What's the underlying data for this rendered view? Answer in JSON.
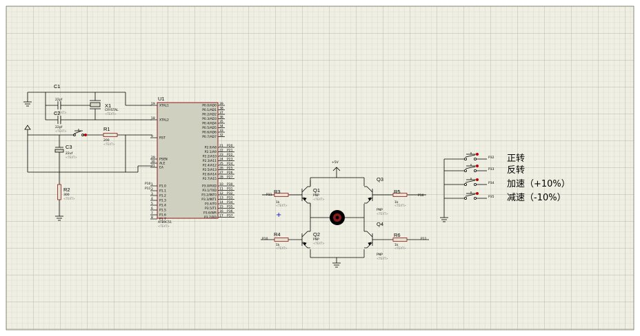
{
  "colors": {
    "sheet": "#efefe3",
    "grid_minor": "#cfcfbe",
    "grid_major": "#a8a896",
    "wire": "#000000",
    "part_body": "#d0d0c0",
    "part_outline": "#8b1a1a",
    "pin_dot": "#c00000",
    "resistor": "#000000"
  },
  "mcu": {
    "ref": "U1",
    "part": "AT89C51",
    "text": "<TEXT>",
    "left_pins": [
      {
        "num": "19",
        "name": "XTAL1"
      },
      {
        "num": "18",
        "name": "XTAL2"
      },
      {
        "num": "9",
        "name": "RST"
      },
      {
        "num": "29",
        "name": "PSEN"
      },
      {
        "num": "30",
        "name": "ALE"
      },
      {
        "num": "31",
        "name": "EA"
      },
      {
        "num": "1",
        "name": "P1.0"
      },
      {
        "num": "2",
        "name": "P1.1"
      },
      {
        "num": "3",
        "name": "P1.2"
      },
      {
        "num": "4",
        "name": "P1.3"
      },
      {
        "num": "5",
        "name": "P1.4"
      },
      {
        "num": "6",
        "name": "P1.5"
      },
      {
        "num": "7",
        "name": "P1.6"
      },
      {
        "num": "8",
        "name": "P1.7"
      }
    ],
    "right_pins": [
      {
        "num": "39",
        "name": "P0.0/AD0"
      },
      {
        "num": "38",
        "name": "P0.1/AD1"
      },
      {
        "num": "37",
        "name": "P0.2/AD2"
      },
      {
        "num": "36",
        "name": "P0.3/AD3"
      },
      {
        "num": "35",
        "name": "P0.4/AD4"
      },
      {
        "num": "34",
        "name": "P0.5/AD5"
      },
      {
        "num": "33",
        "name": "P0.6/AD6"
      },
      {
        "num": "32",
        "name": "P0.7/AD7"
      },
      {
        "num": "21",
        "name": "P2.0/A8",
        "net": "P20"
      },
      {
        "num": "22",
        "name": "P2.1/A9",
        "net": "P21"
      },
      {
        "num": "23",
        "name": "P2.2/A10",
        "net": "P22"
      },
      {
        "num": "24",
        "name": "P2.3/A11",
        "net": "P23"
      },
      {
        "num": "25",
        "name": "P2.4/A12",
        "net": "P24"
      },
      {
        "num": "26",
        "name": "P2.5/A13",
        "net": "P25"
      },
      {
        "num": "27",
        "name": "P2.6/A14",
        "net": "P26"
      },
      {
        "num": "28",
        "name": "P2.7/A15",
        "net": "P27"
      },
      {
        "num": "10",
        "name": "P3.0/RXD",
        "net": "P30"
      },
      {
        "num": "11",
        "name": "P3.1/TXD",
        "net": "P31"
      },
      {
        "num": "12",
        "name": "P3.2/INT0",
        "net": "P32"
      },
      {
        "num": "13",
        "name": "P3.3/INT1",
        "net": "P33"
      },
      {
        "num": "14",
        "name": "P3.4/T0",
        "net": "P34"
      },
      {
        "num": "15",
        "name": "P3.5/T1",
        "net": "P35"
      },
      {
        "num": "16",
        "name": "P3.6/WR",
        "net": "P36"
      },
      {
        "num": "17",
        "name": "P3.7/RD",
        "net": "P37"
      }
    ],
    "p1_nets": [
      "P10",
      "P11"
    ]
  },
  "components": {
    "c1": {
      "ref": "C1",
      "value": "22pf",
      "text": "<TEXT>"
    },
    "c2": {
      "ref": "C2",
      "value": "22pf",
      "text": "<TEXT>"
    },
    "c3": {
      "ref": "C3",
      "value": "22uf",
      "text": "<TEXT>"
    },
    "x1": {
      "ref": "X1",
      "value": "CRYSTAL",
      "text": "<TEXT>"
    },
    "r1": {
      "ref": "R1",
      "value": "200",
      "text": "<TEXT>"
    },
    "r2": {
      "ref": "R2",
      "value": "300",
      "text": "<TEXT>"
    },
    "r3": {
      "ref": "R3",
      "value": "1k",
      "text": "<TEXT>",
      "net": "P11"
    },
    "r4": {
      "ref": "R4",
      "value": "1k",
      "text": "<TEXT>",
      "net": "P10"
    },
    "r5": {
      "ref": "R5",
      "value": "1k",
      "text": "<TEXT>",
      "net": "P10"
    },
    "r6": {
      "ref": "R6",
      "value": "1k",
      "text": "<TEXT>",
      "net": "P11"
    },
    "q1": {
      "ref": "Q1",
      "type": "PNP",
      "text": "<TEXT>"
    },
    "q2": {
      "ref": "Q2",
      "type": "PNP",
      "text": "<TEXT>"
    },
    "q3": {
      "ref": "Q3",
      "type": "PNP",
      "text": "<TEXT>"
    },
    "q4": {
      "ref": "Q4",
      "type": "PNP",
      "text": "<TEXT>"
    },
    "vcc": "+5V"
  },
  "buttons": [
    {
      "net": "P32",
      "label": "正转"
    },
    {
      "net": "P33",
      "label": "反转"
    },
    {
      "net": "P34",
      "label": "加速（+10%）"
    },
    {
      "net": "P35",
      "label": "减速（-10%）"
    }
  ]
}
